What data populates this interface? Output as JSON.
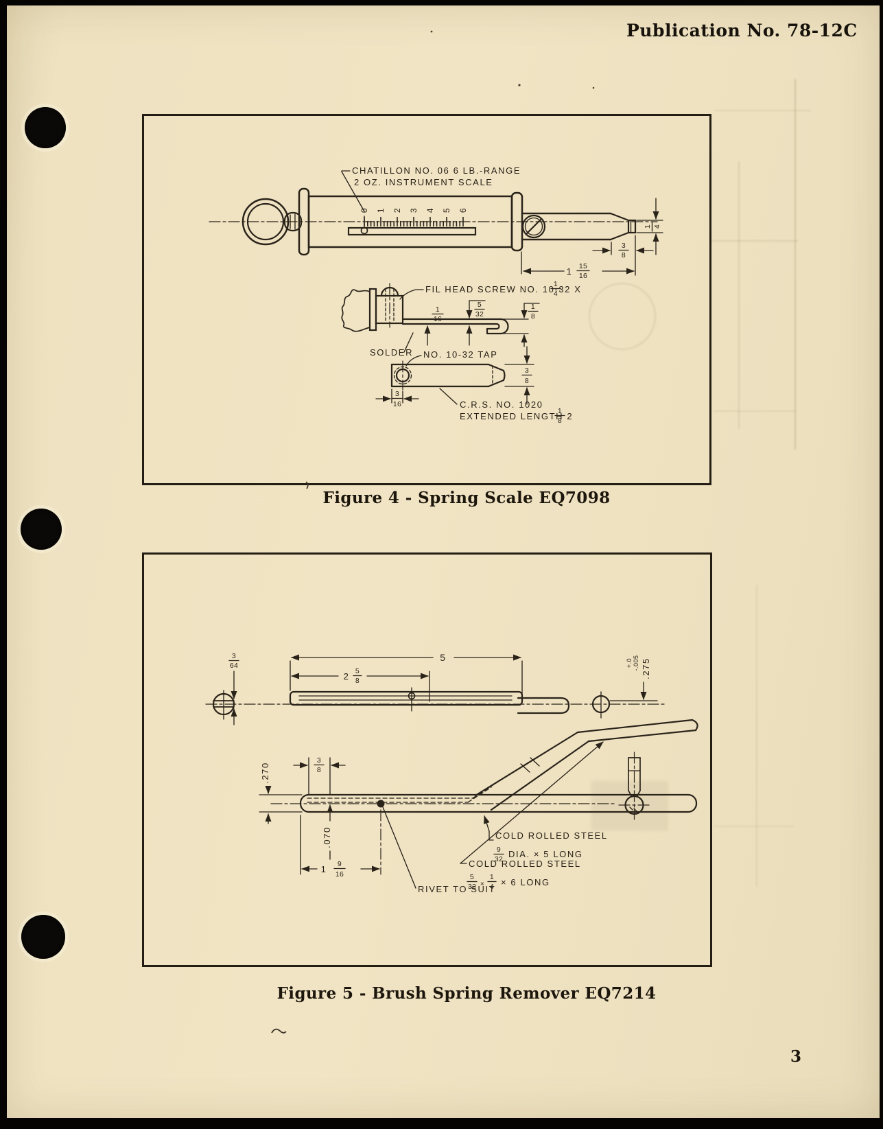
{
  "page": {
    "publication": "Publication No. 78-12C",
    "page_number": "3"
  },
  "figure4": {
    "caption": "Figure 4 - Spring Scale EQ7098",
    "scale_label_line1": "CHATILLON NO. 06 6 LB.-RANGE",
    "scale_label_line2": "2 OZ. INSTRUMENT SCALE",
    "scale_numbers": [
      "0",
      "1",
      "2",
      "3",
      "4",
      "5",
      "6"
    ],
    "screw_label": "FIL HEAD SCREW NO. 10-32 X",
    "screw_label_frac": {
      "num": "1",
      "den": "4"
    },
    "solder_label": "SOLDER",
    "tap_label": "NO. 10-32 TAP",
    "material_label": "C.R.S. NO. 1020",
    "extended_label": "EXTENDED LENGTH 2",
    "extended_frac": {
      "num": "1",
      "den": "8"
    },
    "dims": {
      "tip_diameter": {
        "num": "1",
        "den": "4"
      },
      "tip_length": {
        "num": "3",
        "den": "8"
      },
      "barrel_length_whole": "1",
      "barrel_length_frac": {
        "num": "15",
        "den": "16"
      },
      "wire_thickness": {
        "num": "1",
        "den": "16"
      },
      "hook_rise": {
        "num": "5",
        "den": "32"
      },
      "hook_gap": {
        "num": "1",
        "den": "8"
      },
      "hole_offset": {
        "num": "3",
        "den": "16"
      },
      "bar_width": {
        "num": "3",
        "den": "8"
      }
    }
  },
  "figure5": {
    "caption": "Figure 5 - Brush Spring Remover EQ7214",
    "rivet_label": "RIVET TO SUIT",
    "rod_material_line1": "COLD ROLLED STEEL",
    "rod_material_frac": {
      "num": "9",
      "den": "32"
    },
    "rod_material_line2": "DIA. × 5 LONG",
    "strip_material_line1": "COLD ROLLED STEEL",
    "strip_material_frac1": {
      "num": "5",
      "den": "32"
    },
    "strip_material_times": "×",
    "strip_material_frac2": {
      "num": "1",
      "den": "4"
    },
    "strip_material_line2": "× 6 LONG",
    "dims": {
      "overall_length": "5",
      "slot_length_whole": "2",
      "slot_length_frac": {
        "num": "5",
        "den": "8"
      },
      "slot_width": {
        "num": "3",
        "den": "64"
      },
      "rod_dia": ".275",
      "rod_dia_tol_plus": "+.0",
      "rod_dia_tol_minus": "-.005",
      "rod_dia_side": ".270",
      "strip_overlap": {
        "num": "3",
        "den": "8"
      },
      "strip_thickness": ".070",
      "rivet_position_whole": "1",
      "rivet_position_frac": {
        "num": "9",
        "den": "16"
      }
    }
  }
}
